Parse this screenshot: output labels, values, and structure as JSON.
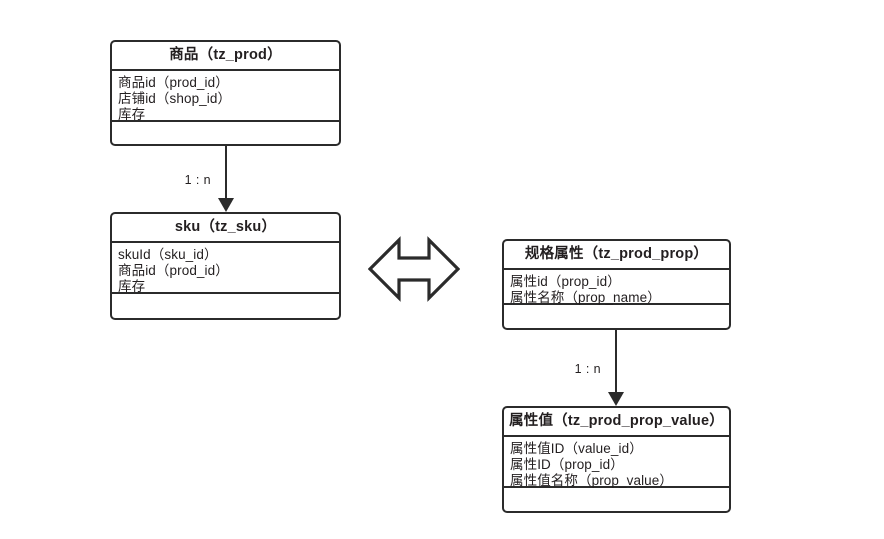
{
  "diagram": {
    "title": "product-sku-property-er-diagram",
    "background_color": "#ffffff",
    "line_color": "#2b2b2b",
    "text_color": "#231f20"
  },
  "entities": [
    {
      "id": "tz_prod",
      "header": "商品（tz_prod）",
      "fields": [
        "商品id（prod_id）",
        "店铺id（shop_id）",
        "库存"
      ]
    },
    {
      "id": "tz_sku",
      "header": "sku（tz_sku）",
      "fields": [
        "skuId（sku_id）",
        "商品id（prod_id）",
        "库存"
      ]
    },
    {
      "id": "tz_prod_prop",
      "header": "规格属性（tz_prod_prop）",
      "fields": [
        "属性id（prop_id）",
        "属性名称（prop_name）"
      ]
    },
    {
      "id": "tz_prod_prop_value",
      "header": "属性值（tz_prod_prop_value）",
      "fields": [
        "属性值ID（value_id）",
        "属性ID（prop_id）",
        "属性值名称（prop_value）"
      ]
    }
  ],
  "connectors": [
    {
      "id": "prod-to-sku",
      "label": "1 : n",
      "from": "tz_prod",
      "to": "tz_sku"
    },
    {
      "id": "prop-to-prop-value",
      "label": "1 : n",
      "from": "tz_prod_prop",
      "to": "tz_prod_prop_value"
    }
  ],
  "relation_marker": {
    "id": "bidirectional-arrow",
    "shape": "double-headed-block-arrow"
  }
}
